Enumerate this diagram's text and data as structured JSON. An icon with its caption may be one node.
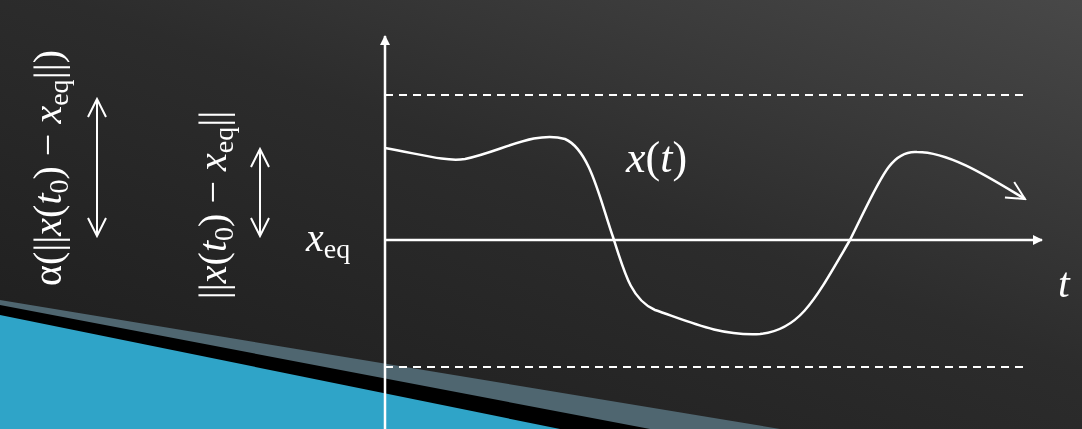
{
  "diagram": {
    "labels": [
      "α(||*x*(*t*$_{0}$) − *x*$_{eq}$||)",
      "||*x*(*t*$_{0}$) − *x*$_{eq}$||",
      "*x*$_{eq}$",
      "*x*(*t*)",
      "t"
    ]
  }
}
